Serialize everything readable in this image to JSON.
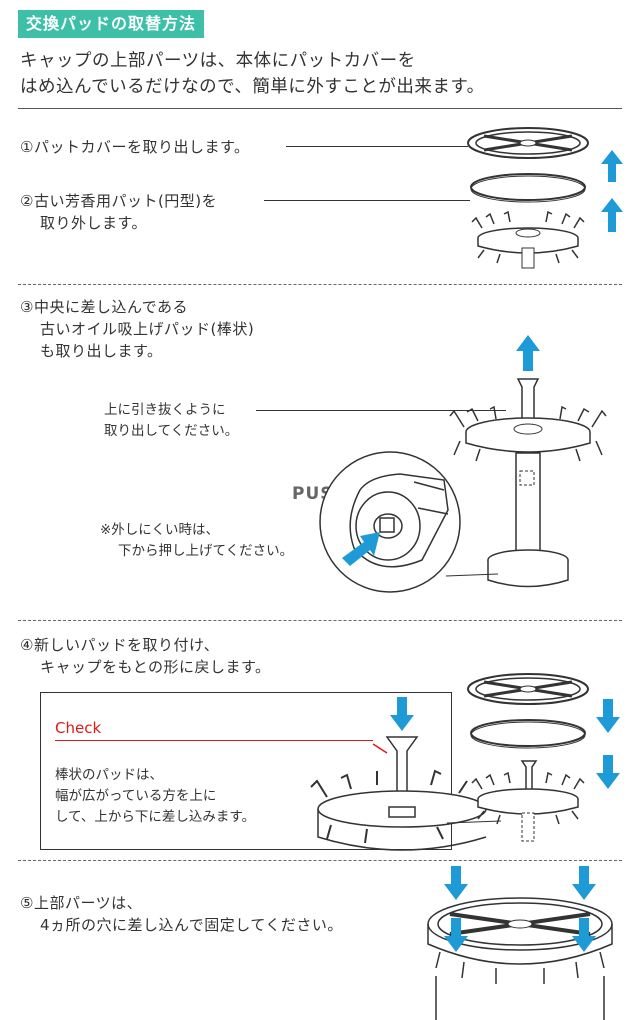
{
  "header": {
    "title": "交換パッドの取替方法"
  },
  "intro": {
    "line1": "キャップの上部パーツは、本体にパットカバーを",
    "line2": "はめ込んでいるだけなので、簡単に外すことが出来ます。"
  },
  "step1": {
    "text": "①パットカバーを取り出します。"
  },
  "step2": {
    "line1": "②古い芳香用パット(円型)を",
    "line2": "取り外します。"
  },
  "step3": {
    "line1": "③中央に差し込んである",
    "line2": "古いオイル吸上げパッド(棒状)",
    "line3": "も取り出します。",
    "pull_note_line1": "上に引き抜くように",
    "pull_note_line2": "取り出してください。",
    "push_label": "PUSH",
    "hard_note_line1": "※外しにくい時は、",
    "hard_note_line2": "下から押し上げてください。"
  },
  "step4": {
    "line1": "④新しいパッドを取り付け、",
    "line2": "キャップをもとの形に戻します。",
    "check_label": "Check",
    "check_line1": "棒状のパッドは、",
    "check_line2": "幅が広がっている方を上に",
    "check_line3": "して、上から下に差し込みます。"
  },
  "step5": {
    "line1": "⑤上部パーツは、",
    "line2": "4ヵ所の穴に差し込んで固定してください。"
  },
  "colors": {
    "accent": "#3dbfa8",
    "arrow": "#1e9ad6",
    "check": "#e01818"
  },
  "icons": [
    "arrow-up-icon",
    "arrow-down-icon",
    "pointer-arrow-icon"
  ]
}
